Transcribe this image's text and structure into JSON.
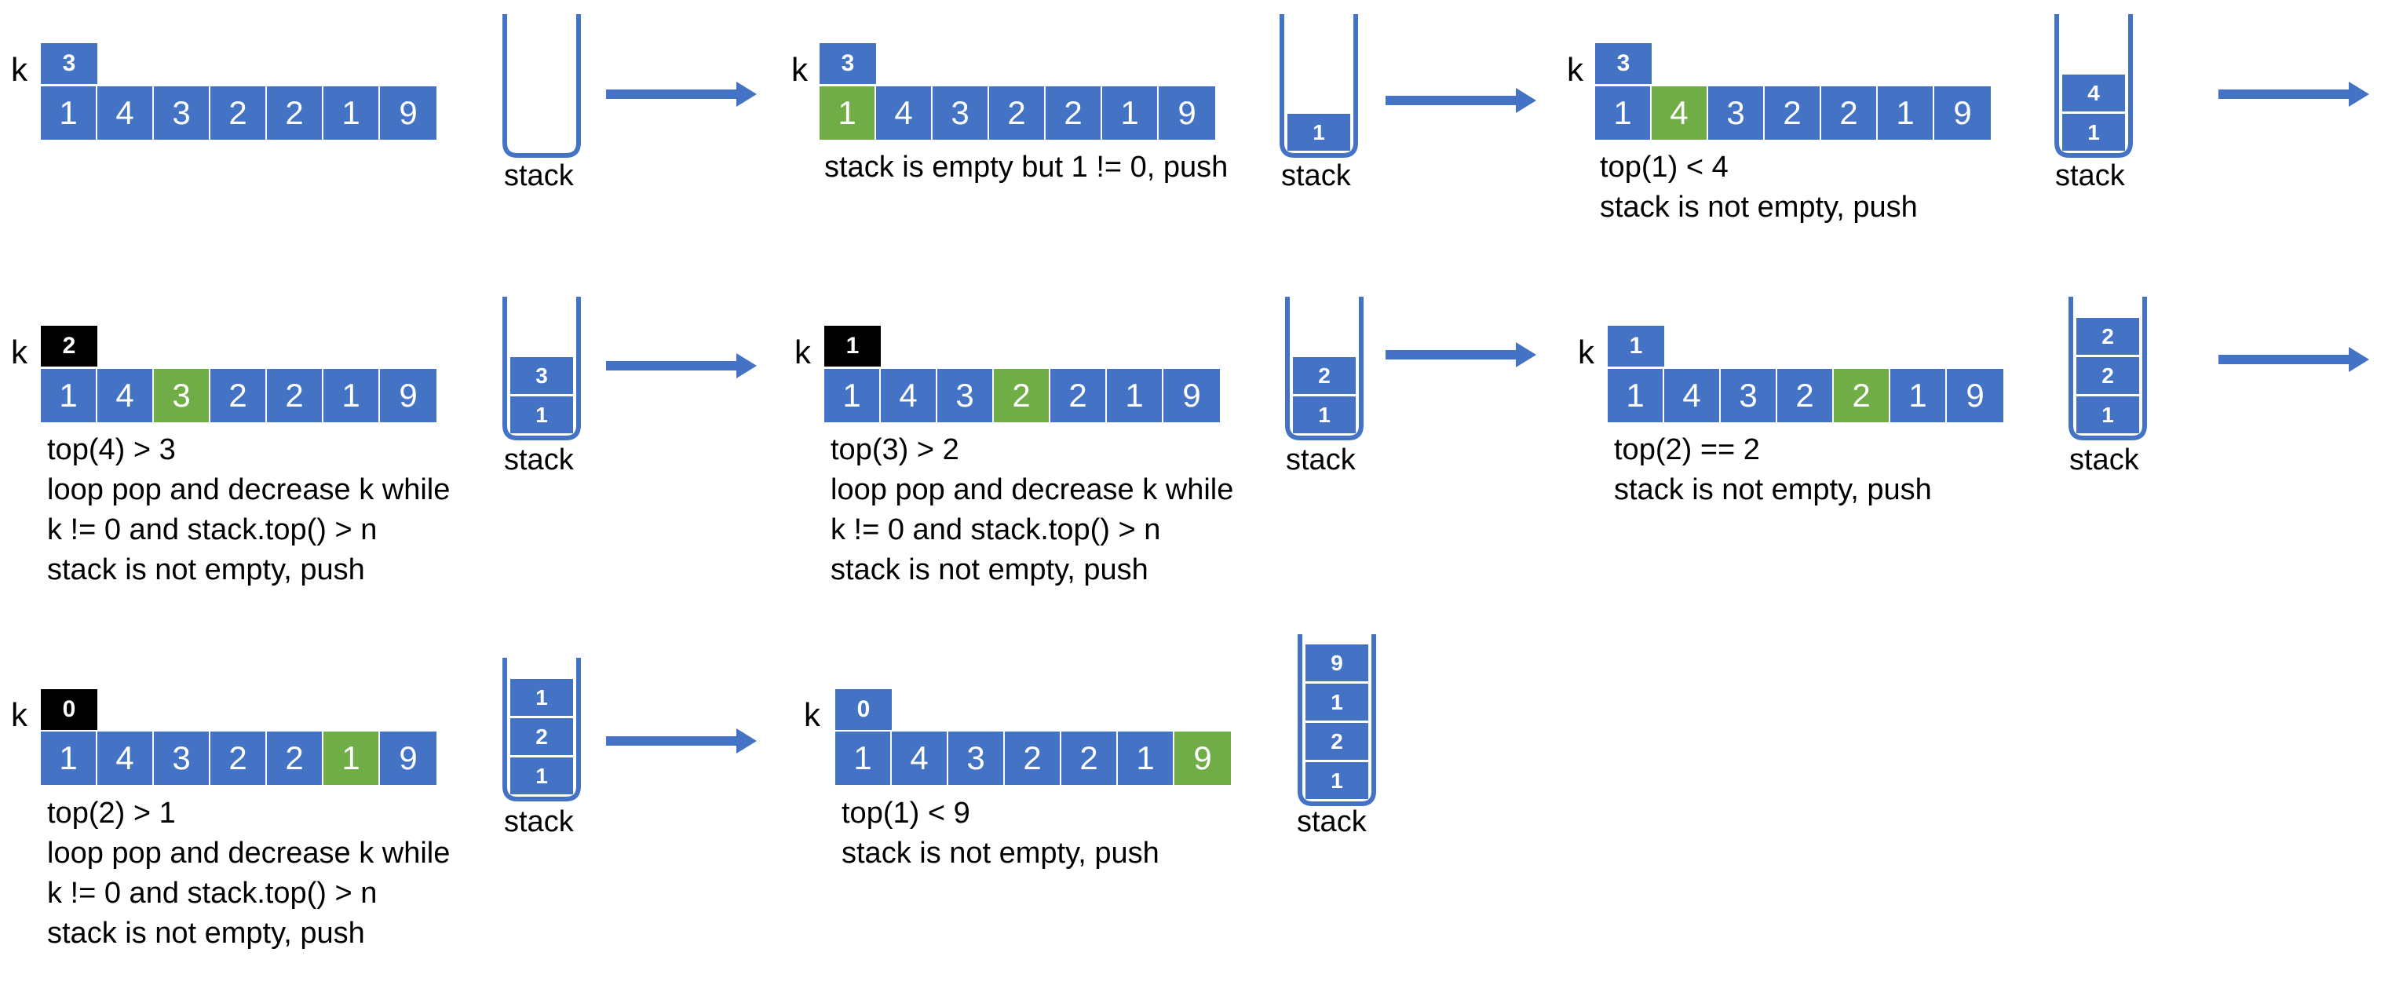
{
  "k_label": "k",
  "stack_caption": "stack",
  "colors": {
    "cell": "#4472C4",
    "highlight": "#70AD47",
    "k_zero": "#000000",
    "text": "#000000"
  },
  "steps": [
    {
      "k": "3",
      "k_style": "blue",
      "array": [
        "1",
        "4",
        "3",
        "2",
        "2",
        "1",
        "9"
      ],
      "highlight": -1,
      "lines": [],
      "stack": []
    },
    {
      "k": "3",
      "k_style": "blue",
      "array": [
        "1",
        "4",
        "3",
        "2",
        "2",
        "1",
        "9"
      ],
      "highlight": 0,
      "lines": [
        "stack is empty but 1 != 0, push"
      ],
      "stack": [
        "1"
      ]
    },
    {
      "k": "3",
      "k_style": "blue",
      "array": [
        "1",
        "4",
        "3",
        "2",
        "2",
        "1",
        "9"
      ],
      "highlight": 1,
      "lines": [
        "top(1) < 4",
        "stack is not empty, push"
      ],
      "stack": [
        "1",
        "4"
      ]
    },
    {
      "k": "2",
      "k_style": "black",
      "array": [
        "1",
        "4",
        "3",
        "2",
        "2",
        "1",
        "9"
      ],
      "highlight": 2,
      "lines": [
        "top(4) > 3",
        "loop pop and decrease k while",
        "k != 0 and stack.top() > n",
        "stack is not empty, push"
      ],
      "stack": [
        "1",
        "3"
      ]
    },
    {
      "k": "1",
      "k_style": "black",
      "array": [
        "1",
        "4",
        "3",
        "2",
        "2",
        "1",
        "9"
      ],
      "highlight": 3,
      "lines": [
        "top(3) > 2",
        "loop pop and decrease k while",
        "k != 0 and stack.top() > n",
        "stack is not empty, push"
      ],
      "stack": [
        "1",
        "2"
      ]
    },
    {
      "k": "1",
      "k_style": "blue",
      "array": [
        "1",
        "4",
        "3",
        "2",
        "2",
        "1",
        "9"
      ],
      "highlight": 4,
      "lines": [
        "top(2) == 2",
        "stack is not empty, push"
      ],
      "stack": [
        "1",
        "2",
        "2"
      ]
    },
    {
      "k": "0",
      "k_style": "black",
      "array": [
        "1",
        "4",
        "3",
        "2",
        "2",
        "1",
        "9"
      ],
      "highlight": 5,
      "lines": [
        "top(2) > 1",
        "loop pop and decrease k while",
        "k != 0 and stack.top() > n",
        "stack is not empty, push"
      ],
      "stack": [
        "1",
        "2",
        "1"
      ]
    },
    {
      "k": "0",
      "k_style": "blue",
      "array": [
        "1",
        "4",
        "3",
        "2",
        "2",
        "1",
        "9"
      ],
      "highlight": 6,
      "lines": [
        "top(1) < 9",
        "stack is not empty, push"
      ],
      "stack": [
        "1",
        "2",
        "1",
        "9"
      ]
    }
  ]
}
